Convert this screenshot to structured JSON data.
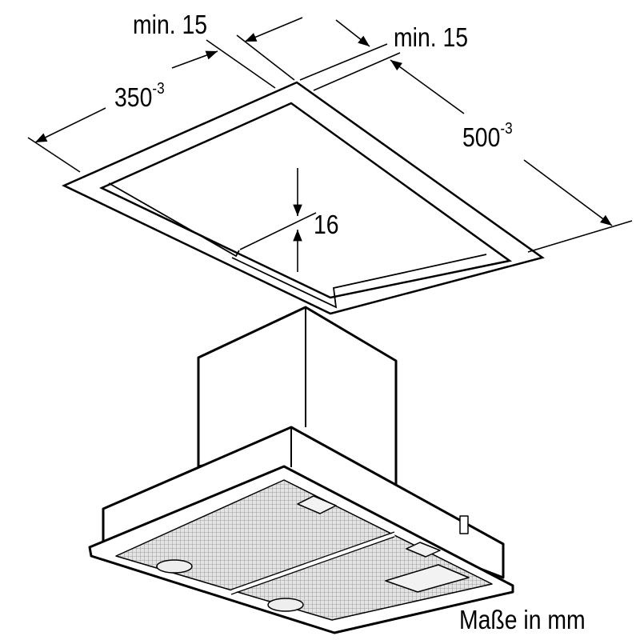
{
  "dimensions": {
    "min_left": "min. 15",
    "min_right": "min. 15",
    "width_value": "350",
    "width_tolerance": "-3",
    "depth_value": "500",
    "depth_tolerance": "-3",
    "ledge": "16"
  },
  "caption": "Maße in mm",
  "colors": {
    "line": "#000000",
    "filter": "#b8b8b8"
  }
}
